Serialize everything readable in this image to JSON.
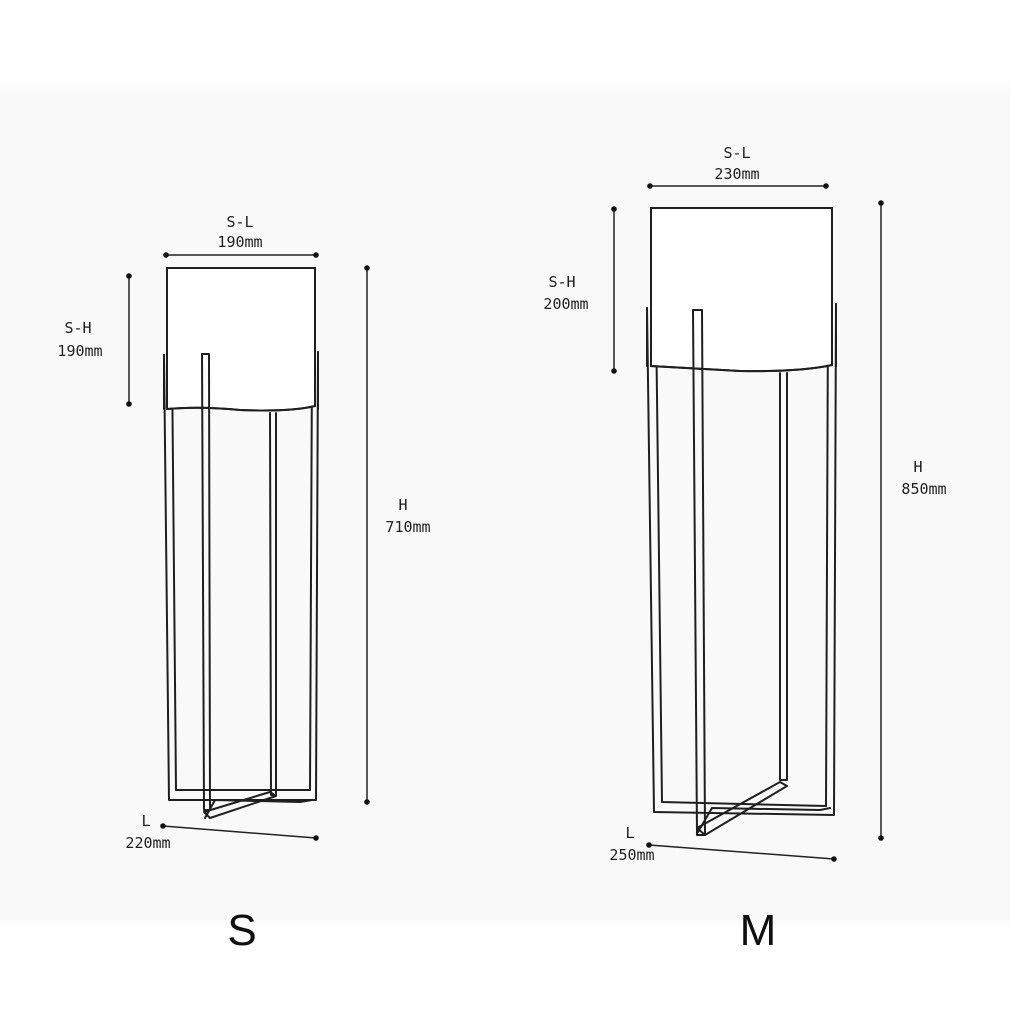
{
  "products": [
    {
      "id": "s",
      "size_label": "S",
      "pot_width": {
        "name": "S-L",
        "value": "190mm"
      },
      "pot_height": {
        "name": "S-H",
        "value": "190mm"
      },
      "total_height": {
        "name": "H",
        "value": "710mm"
      },
      "base_length": {
        "name": "L",
        "value": "220mm"
      }
    },
    {
      "id": "m",
      "size_label": "M",
      "pot_width": {
        "name": "S-L",
        "value": "230mm"
      },
      "pot_height": {
        "name": "S-H",
        "value": "200mm"
      },
      "total_height": {
        "name": "H",
        "value": "850mm"
      },
      "base_length": {
        "name": "L",
        "value": "250mm"
      }
    }
  ]
}
